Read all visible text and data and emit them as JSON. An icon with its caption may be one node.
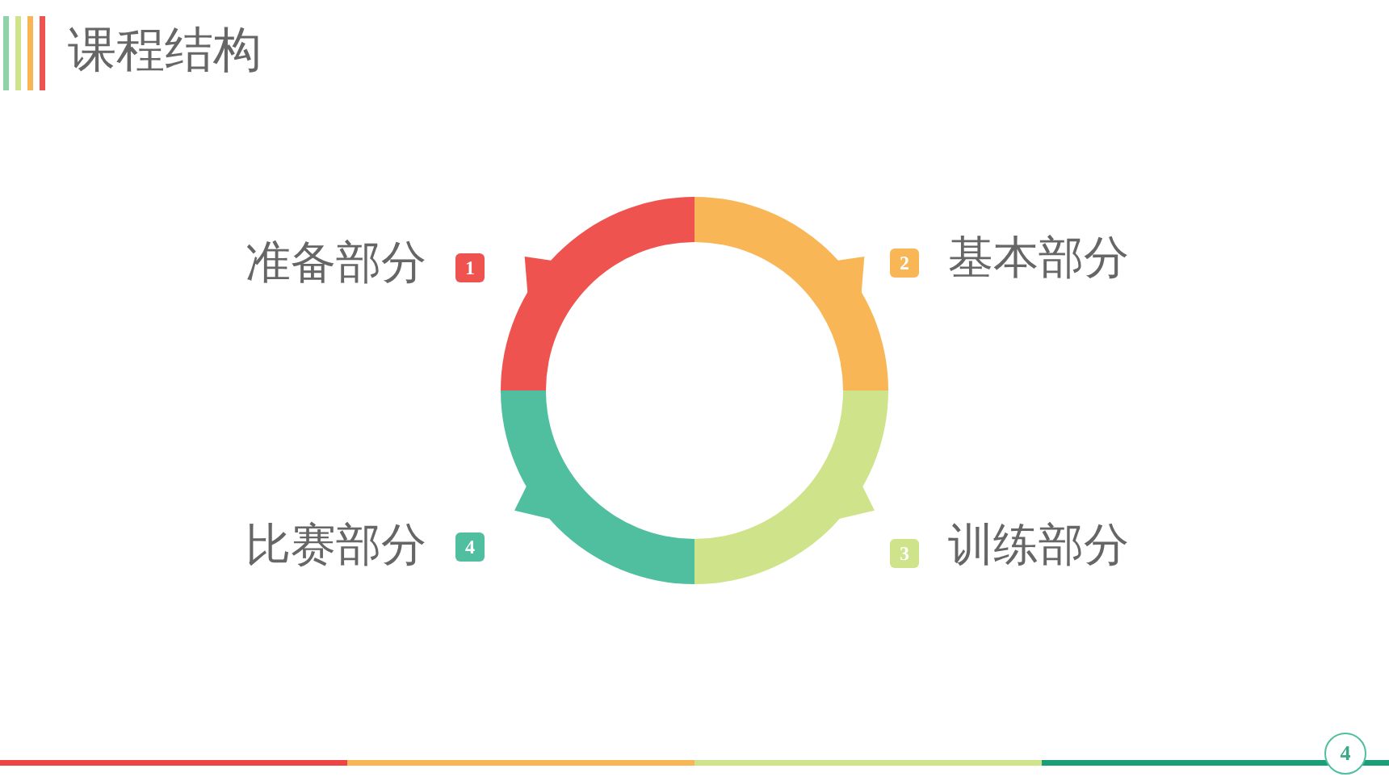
{
  "diagram": {
    "title": "课程结构",
    "nodes": [
      {
        "text": [
          "1"
        ],
        "beside": [
          "准备部分"
        ]
      },
      {
        "text": [
          "2"
        ],
        "beside": [
          "基本部分"
        ]
      },
      {
        "text": [
          "3"
        ],
        "beside": [
          "训练部分"
        ]
      },
      {
        "text": [
          "4"
        ],
        "beside": [
          "比赛部分"
        ]
      },
      {
        "text": [
          "4"
        ]
      }
    ]
  }
}
